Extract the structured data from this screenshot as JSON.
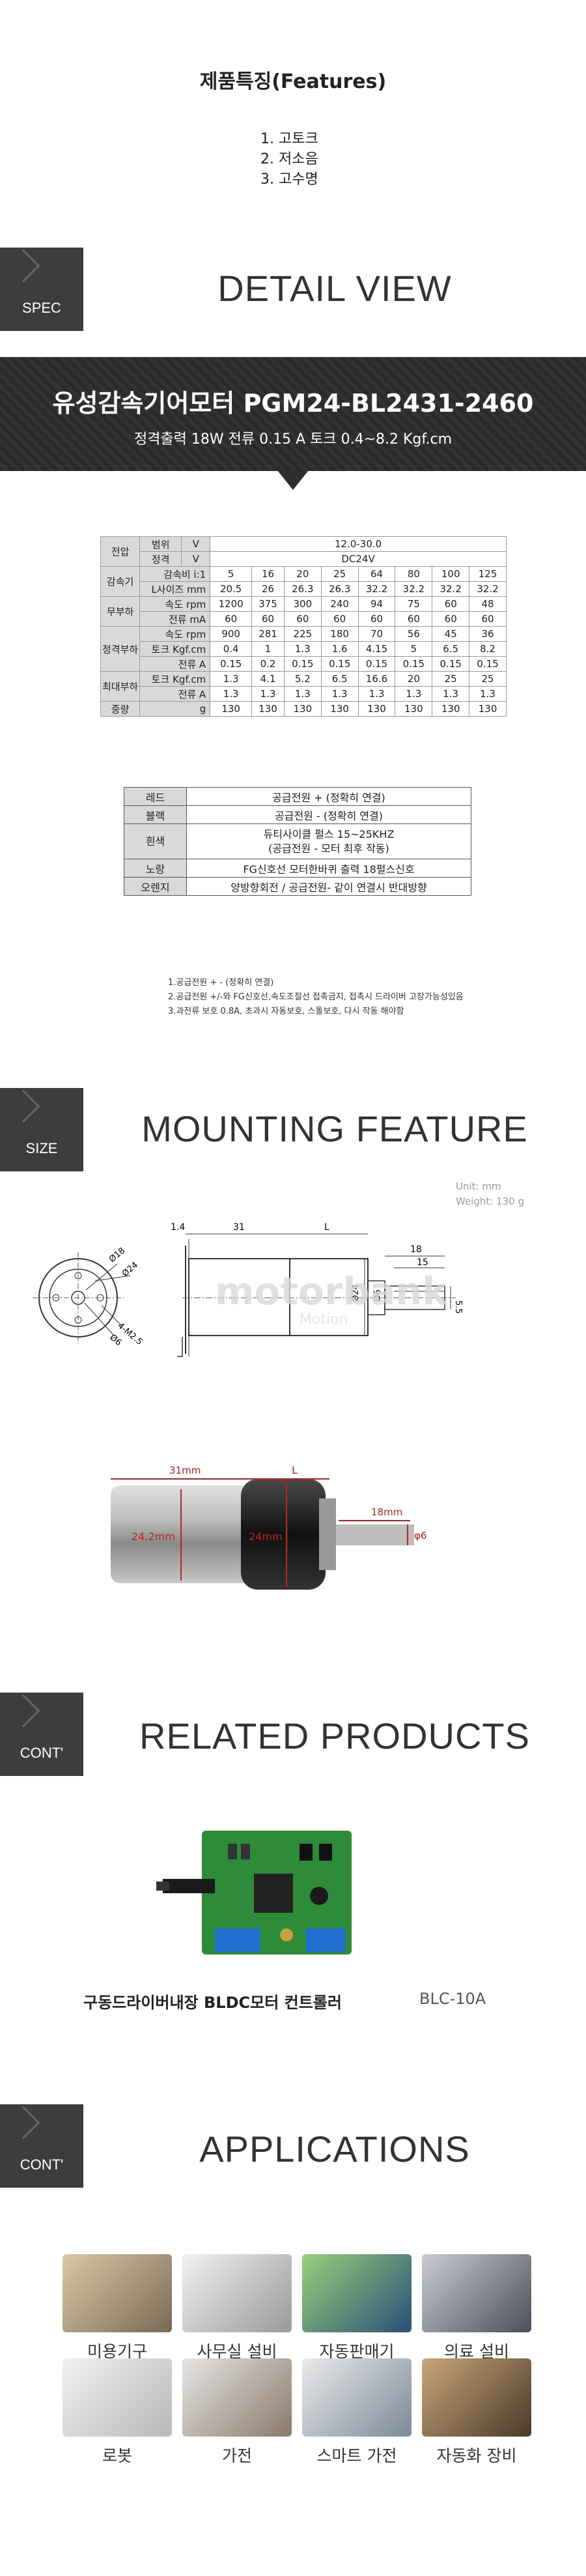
{
  "features": {
    "title": "제품특징(Features)",
    "items": [
      "1. 고토크",
      "2. 저소음",
      "3. 고수명"
    ]
  },
  "sections": {
    "spec": {
      "tag": "SPEC",
      "title": "DETAIL VIEW"
    },
    "size": {
      "tag": "SIZE",
      "title": "MOUNTING FEATURE"
    },
    "cont1": {
      "tag": "CONT'",
      "title": "RELATED PRODUCTS"
    },
    "cont2": {
      "tag": "CONT'",
      "title": "APPLICATIONS"
    }
  },
  "product": {
    "title": "유성감속기어모터  PGM24-BL2431-2460",
    "subtitle": "정격출력 18W    전류  0.15 A     토크 0.4~8.2 Kgf.cm"
  },
  "spec_table": {
    "voltage_label": "전압",
    "range_label": "범위",
    "v_unit": "V",
    "range_value": "12.0-30.0",
    "rated_label": "정격",
    "rated_value": "DC24V",
    "gear_label": "감속기",
    "ratio_label": "감속비  i:1",
    "ratios": [
      "5",
      "16",
      "20",
      "25",
      "64",
      "80",
      "100",
      "125"
    ],
    "size_label": "L사이즈  mm",
    "sizes": [
      "20.5",
      "26",
      "26.3",
      "26.3",
      "32.2",
      "32.2",
      "32.2",
      "32.2"
    ],
    "noload_label": "무부하",
    "speed_label": "속도   rpm",
    "noload_speed": [
      "1200",
      "375",
      "300",
      "240",
      "94",
      "75",
      "60",
      "48"
    ],
    "current_ma_label": "전류   mA",
    "noload_current": [
      "60",
      "60",
      "60",
      "60",
      "60",
      "60",
      "60",
      "60"
    ],
    "rated_load_label": "정격부하",
    "rated_speed": [
      "900",
      "281",
      "225",
      "180",
      "70",
      "56",
      "45",
      "36"
    ],
    "torque_label": "토크  Kgf.cm",
    "rated_torque": [
      "0.4",
      "1",
      "1.3",
      "1.6",
      "4.15",
      "5",
      "6.5",
      "8.2"
    ],
    "current_a_label": "전류   A",
    "rated_current": [
      "0.15",
      "0.2",
      "0.15",
      "0.15",
      "0.15",
      "0.15",
      "0.15",
      "0.15"
    ],
    "max_load_label": "최대부하",
    "max_torque": [
      "1.3",
      "4.1",
      "5.2",
      "6.5",
      "16.6",
      "20",
      "25",
      "25"
    ],
    "max_current": [
      "1.3",
      "1.3",
      "1.3",
      "1.3",
      "1.3",
      "1.3",
      "1.3",
      "1.3"
    ],
    "weight_label": "중량",
    "weight_unit": "g",
    "weights": [
      "130",
      "130",
      "130",
      "130",
      "130",
      "130",
      "130",
      "130"
    ]
  },
  "wires": [
    {
      "color": "레드",
      "desc": "공급전원 + (정확히 연결)"
    },
    {
      "color": "블랙",
      "desc": "공급전원 - (정확히 연결)"
    },
    {
      "color": "흰색",
      "desc": "듀티사이클 펄스 15~25KHZ\n(공급전원 - 모터 최후 작동)"
    },
    {
      "color": "노랑",
      "desc": "FG신호선  모터한바퀴 출력 18펄스신호"
    },
    {
      "color": "오렌지",
      "desc": "양방향회전 / 공급전원- 같이 연결시 반대방향"
    }
  ],
  "notes": [
    "1.공급전원 + - (정확히 연결)",
    "2.공급전원 +/-와 FG신호선,속도조절선 접촉금지, 접촉시 드라이버 고장가능성있음",
    "3.과전류 보호 0.8A, 초과시 자동보호, 스톨보호,  다시 작동 해야함"
  ],
  "mounting": {
    "unit": "Unit: mm",
    "weight": "Weight:  130 g",
    "dims_top": {
      "a": "1.4",
      "b": "31",
      "c": "L",
      "d": "18",
      "e": "15",
      "f": "5.5",
      "g": "Ø24",
      "h": "Ø6"
    },
    "dims_front": {
      "a": "Ø18",
      "b": "Ø24",
      "c": "4-M2.5",
      "d": "Ø6"
    },
    "photo": {
      "a": "31mm",
      "b": "L",
      "c": "18mm",
      "d": "24.2mm",
      "e": "24mm",
      "f": "φ6"
    },
    "watermark": "motorbank",
    "watermark_sub": "Motion"
  },
  "related": {
    "name": "구동드라이버내장 BLDC모터 컨트롤러",
    "code": "BLC-10A"
  },
  "applications": [
    "미용기구",
    "사무실 설비",
    "자동판매기",
    "의료 설비",
    "로봇",
    "가전",
    "스마트 가전",
    "자동화 장비"
  ],
  "colors": {
    "dark_tag": "#3d3d3d",
    "banner": "#2e2e2e",
    "dim_red": "#c81e1e",
    "board_green": "#2e8b3a"
  }
}
